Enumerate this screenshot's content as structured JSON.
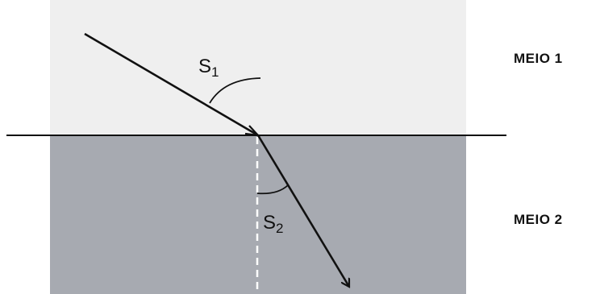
{
  "diagram": {
    "media": {
      "medium1_label": "MEIO 1",
      "medium2_label": "MEIO 2"
    },
    "rays": {
      "incident_label": "S",
      "incident_subscript": "1",
      "refracted_label": "S",
      "refracted_subscript": "2"
    },
    "colors": {
      "medium1_fill": "#efefef",
      "medium2_fill": "#a7aab1",
      "ray_color": "#111111",
      "normal_line_color": "#ffffff"
    }
  }
}
